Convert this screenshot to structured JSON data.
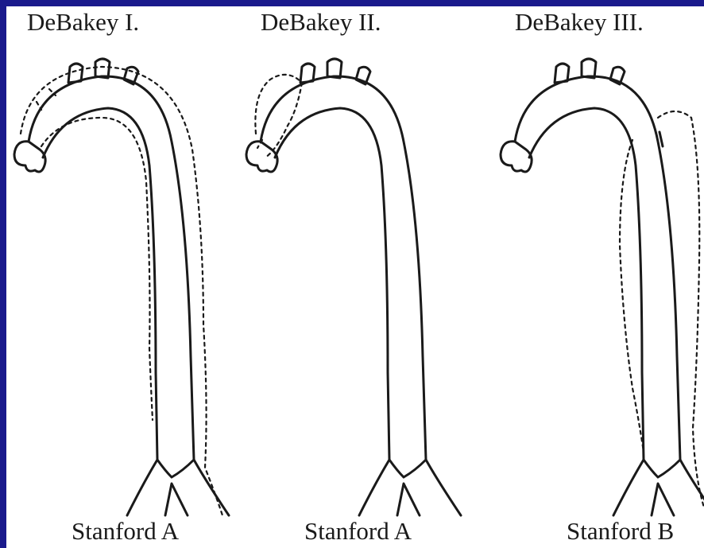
{
  "diagrams": [
    {
      "top_label": "DeBakey I.",
      "bottom_label": "Stanford A"
    },
    {
      "top_label": "DeBakey II.",
      "bottom_label": "Stanford A"
    },
    {
      "top_label": "DeBakey III.",
      "bottom_label": "Stanford B"
    }
  ],
  "colors": {
    "border": "#1a1a8c",
    "background": "#ffffff",
    "ink": "#1a1a1a"
  }
}
